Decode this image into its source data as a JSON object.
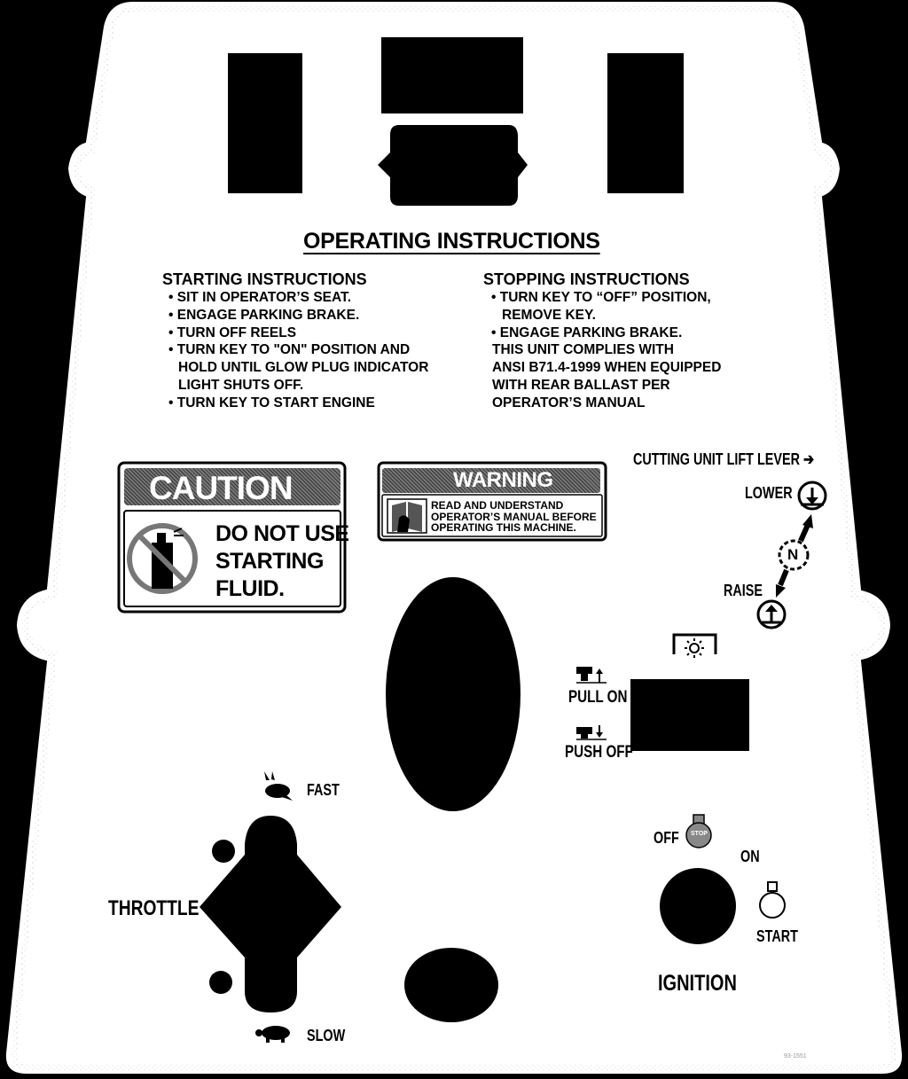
{
  "panel": {
    "title": "OPERATING INSTRUCTIONS"
  },
  "starting": {
    "heading": "STARTING INSTRUCTIONS",
    "lines": [
      "• SIT IN OPERATOR’S SEAT.",
      "• ENGAGE PARKING BRAKE.",
      "• TURN OFF REELS",
      "• TURN KEY TO \"ON\" POSITION AND",
      "HOLD UNTIL GLOW PLUG INDICATOR",
      "LIGHT SHUTS OFF.",
      "• TURN KEY TO START ENGINE"
    ]
  },
  "stopping": {
    "heading": "STOPPING INSTRUCTIONS",
    "lines": [
      "• TURN KEY TO “OFF” POSITION,",
      "REMOVE KEY.",
      "• ENGAGE PARKING BRAKE.",
      "THIS UNIT COMPLIES WITH",
      "ANSI B71.4-1999 WHEN EQUIPPED",
      "WITH REAR BALLAST PER",
      "OPERATOR’S MANUAL"
    ]
  },
  "caution": {
    "header": "CAUTION",
    "body": [
      "DO NOT USE",
      "STARTING",
      "FLUID."
    ],
    "icon": "no-spray-can-icon"
  },
  "warning": {
    "header": "WARNING",
    "body": [
      "READ AND UNDERSTAND",
      "OPERATOR’S MANUAL BEFORE",
      "OPERATING THIS MACHINE."
    ],
    "icon": "read-manual-icon"
  },
  "lift_lever": {
    "title": "CUTTING UNIT LIFT LEVER",
    "lower": "LOWER",
    "neutral": "N",
    "raise": "RAISE"
  },
  "light_switch": {
    "pull_on": "PULL ON",
    "push_off": "PUSH OFF",
    "icon": "light-icon"
  },
  "throttle": {
    "label": "THROTTLE",
    "fast": "FAST",
    "slow": "SLOW"
  },
  "ignition": {
    "label": "IGNITION",
    "off": "OFF",
    "stop": "STOP",
    "on": "ON",
    "start": "START"
  },
  "colors": {
    "background": "#000000",
    "panel": "#ffffff",
    "ink": "#000000"
  }
}
